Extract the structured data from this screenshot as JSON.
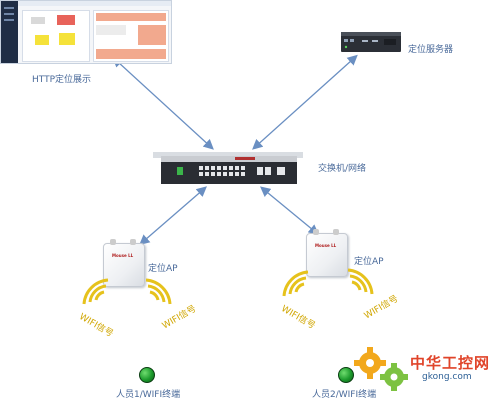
{
  "labels": {
    "http_display": "HTTP定位展示",
    "server": "定位服务器",
    "switch": "交换机/网络",
    "ap1": "定位AP",
    "ap2": "定位AP",
    "terminal1": "人员1/WIFI终端",
    "terminal2": "人员2/WIFI终端"
  },
  "signals": {
    "left_a": "WIFI信号",
    "left_b": "WIFI信号",
    "right_a": "WIFI信号",
    "right_b": "WIFI信号"
  },
  "ap_logo": "Mouse LL",
  "watermark": {
    "title": "中华工控网",
    "url": "gkong.com"
  },
  "colors": {
    "arrow": "#6a8fc2",
    "signal": "#e6c21c",
    "label": "#4a6a9a",
    "terminal": "#1c9a2c",
    "watermark_red": "#e0442a"
  }
}
